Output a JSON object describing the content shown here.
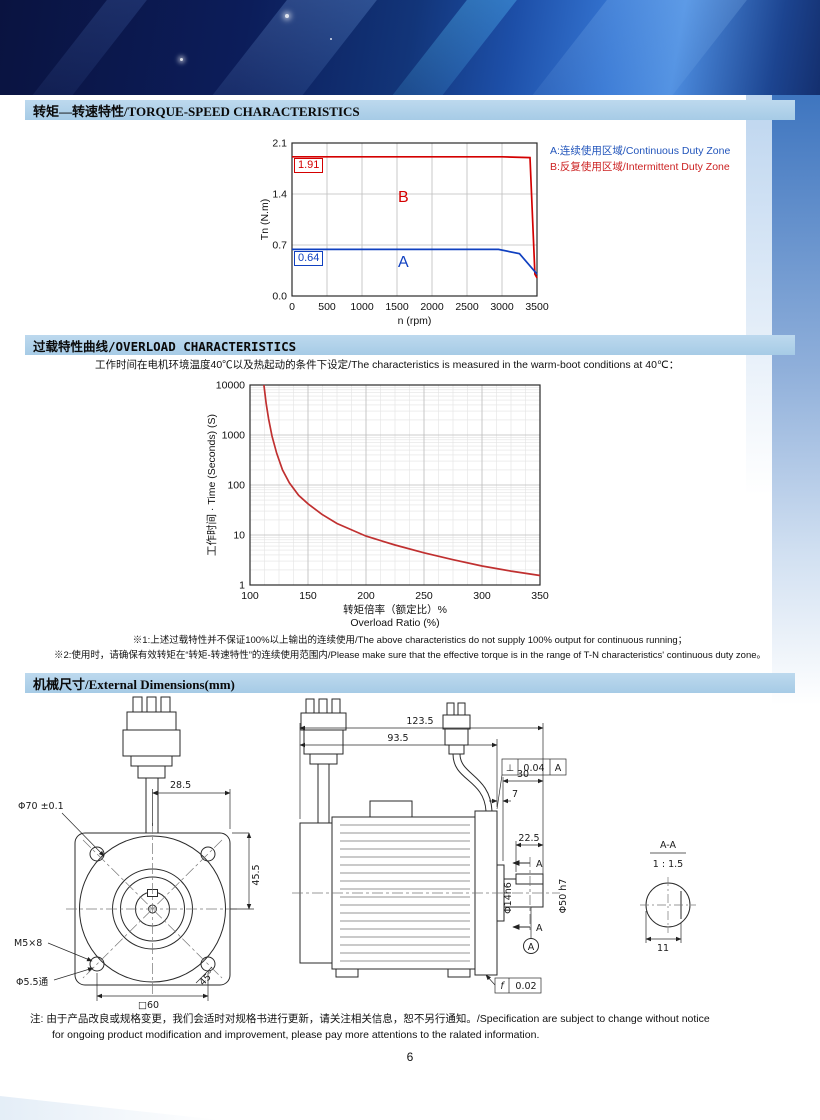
{
  "page": {
    "number": "6",
    "footer_note_line1": "注: 由于产品改良或规格变更，我们会适时对规格书进行更新，请关注相关信息，恕不另行通知。/Specification are subject to change without notice",
    "footer_note_line2": "for ongoing product modification and improvement, please pay more attentions to the ralated information."
  },
  "sections": {
    "torque": {
      "title": "转矩—转速特性/TORQUE-SPEED CHARACTERISTICS"
    },
    "overload": {
      "title": "过载特性曲线/OVERLOAD CHARACTERISTICS"
    },
    "dimensions": {
      "title": "机械尺寸/External Dimensions(mm)"
    }
  },
  "torque_chart": {
    "legend_a": "A:连续使用区域/Continuous Duty Zone",
    "legend_b": "B:反复使用区域/Intermittent Duty Zone",
    "intermittent_value": "1.91",
    "continuous_value": "0.64",
    "zone_b_label": "B",
    "zone_a_label": "A"
  },
  "overload": {
    "intro": "工作时间在电机环境温度40℃以及热起动的条件下设定/The characteristics is measured in the warm-boot conditions at 40℃：",
    "note1": "※1:上述过载特性并不保证100%以上输出的连续使用/The above characteristics do not supply 100% output for continuous running；",
    "note2": "※2:使用时，请确保有效转矩在“转矩-转速特性”的连续使用范围内/Please make sure that the effective torque is in the range of T-N characteristics' continuous duty zone。"
  },
  "chart_data": [
    {
      "type": "line",
      "title": "Torque-Speed Characteristics",
      "xlabel": "n (rpm)",
      "ylabel": "Tn (N.m)",
      "xlim": [
        0,
        3500
      ],
      "ylim": [
        0,
        2.1
      ],
      "xticks": [
        0,
        500,
        1000,
        1500,
        2000,
        2500,
        3000,
        3500
      ],
      "xtick_labels": [
        "0",
        "500",
        "1000",
        "1500",
        "2000",
        "2500",
        "3000",
        "3500"
      ],
      "yticks": [
        0,
        0.7,
        1.4,
        2.1
      ],
      "ytick_labels": [
        "0.0",
        "0.7",
        "1.4",
        "2.1"
      ],
      "grid": true,
      "legend_position": "right",
      "series": [
        {
          "name": "B 反复使用区域/Intermittent Duty Zone",
          "color": "#d40000",
          "points": [
            [
              0,
              1.91
            ],
            [
              3000,
              1.91
            ],
            [
              3400,
              1.9
            ],
            [
              3470,
              0.3
            ],
            [
              3500,
              0.25
            ]
          ]
        },
        {
          "name": "A 连续使用区域/Continuous Duty Zone",
          "color": "#1040c0",
          "points": [
            [
              0,
              0.64
            ],
            [
              2950,
              0.64
            ],
            [
              3250,
              0.58
            ],
            [
              3500,
              0.3
            ]
          ]
        }
      ]
    },
    {
      "type": "line",
      "title": "Overload Characteristics",
      "xlabel": "转矩倍率（额定比）% / Overload Ratio (%)",
      "xlabel_lines": [
        "转矩倍率（额定比）%",
        "Overload Ratio  (%)"
      ],
      "ylabel": "工作时间 · Time (Seconds)  (S)",
      "xlim": [
        100,
        350
      ],
      "ylim": [
        1,
        10000
      ],
      "yscale": "log",
      "xminor": 12.5,
      "xticks": [
        100,
        150,
        200,
        250,
        300,
        350
      ],
      "xtick_labels": [
        "100",
        "150",
        "200",
        "250",
        "300",
        "350"
      ],
      "yticks": [
        1,
        10,
        100,
        1000,
        10000
      ],
      "ytick_labels": [
        "1",
        "10",
        "100",
        "1000",
        "10000"
      ],
      "grid": true,
      "series": [
        {
          "name": "overload-time",
          "color": "#c03030",
          "points": [
            [
              112,
              10000
            ],
            [
              114,
              4200
            ],
            [
              116,
              2100
            ],
            [
              119,
              950
            ],
            [
              123,
              430
            ],
            [
              128,
              200
            ],
            [
              134,
              110
            ],
            [
              142,
              62
            ],
            [
              150,
              42
            ],
            [
              162,
              26
            ],
            [
              175,
              17
            ],
            [
              200,
              9.5
            ],
            [
              225,
              6.3
            ],
            [
              250,
              4.4
            ],
            [
              275,
              3.2
            ],
            [
              300,
              2.4
            ],
            [
              325,
              1.9
            ],
            [
              350,
              1.55
            ]
          ]
        }
      ]
    }
  ],
  "dims": {
    "d28_5": "28.5",
    "d70": "Φ70 ±0.1",
    "d45_5": "45.5",
    "m5x8": "M5×8",
    "d5_5": "Φ5.5通",
    "sq60": "□60",
    "deg45": "45°",
    "d123_5": "123.5",
    "d93_5": "93.5",
    "d30": "30",
    "d7": "7",
    "d22_5": "22.5",
    "perp": "⊥",
    "tol004": "0.04",
    "datumA": "A",
    "d14h6": "Φ14h6",
    "d50h7": "Φ50 h7",
    "runout": "f",
    "tol002": "0.02",
    "sectionA": "A",
    "aa": "A-A",
    "aa_scale": "1 : 1.5",
    "d11": "11"
  }
}
